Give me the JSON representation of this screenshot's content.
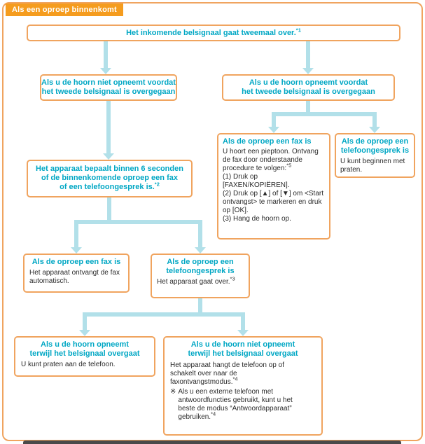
{
  "page": {
    "badge": "Als een oproep binnenkomt"
  },
  "colors": {
    "box_border_orange": "#f0a45f",
    "badge_orange": "#f59c1e",
    "heading_cyan": "#00a7c4",
    "arrow_cyan": "#b2e0e9",
    "body_text": "#2b2b2b"
  },
  "boxes": {
    "ring": {
      "title": "Het inkomende belsignaal gaat tweemaal over.",
      "sup": "*1"
    },
    "no_pickup": {
      "line1": "Als u de hoorn niet opneemt voordat",
      "line2": "het tweede belsignaal is overgegaan"
    },
    "pickup": {
      "line1": "Als u de hoorn opneemt voordat",
      "line2": "het tweede belsignaal is overgegaan"
    },
    "detect": {
      "line1": "Het apparaat bepaalt binnen 6 seconden",
      "line2": "of de binnenkomende oproep een fax",
      "line3": "of een telefoongesprek is.",
      "sup": "*2"
    },
    "fax_manual": {
      "title": "Als de oproep een fax is",
      "intro": "U hoort een pieptoon. Ontvang de fax door onderstaande procedure te volgen:",
      "intro_sup": "*5",
      "steps": [
        "(1) Druk op [FAXEN/KOPIËREN].",
        "(2) Druk op [▲] of [▼] om <Start ontvangst> te markeren en druk op [OK].",
        "(3) Hang de hoorn op."
      ]
    },
    "call_manual": {
      "title_line1": "Als de oproep een",
      "title_line2": "telefoongesprek is",
      "body": "U kunt beginnen met praten."
    },
    "fax_auto": {
      "title": "Als de oproep een fax is",
      "body": "Het apparaat ontvangt de fax automatisch."
    },
    "call_auto": {
      "title_line1": "Als de oproep een",
      "title_line2": "telefoongesprek is",
      "body": "Het apparaat gaat over.",
      "sup": "*3"
    },
    "pickup_during": {
      "title_line1": "Als u de hoorn opneemt",
      "title_line2": "terwijl het belsignaal overgaat",
      "body": "U kunt praten aan de telefoon."
    },
    "no_pickup_during": {
      "title_line1": "Als u de hoorn niet opneemt",
      "title_line2": "terwijl het belsignaal overgaat",
      "body": "Het apparaat hangt de telefoon op of schakelt over naar de faxontvangstmodus.",
      "body_sup": "*4",
      "note_marker": "※",
      "note": "Als u een externe telefoon met antwoordfuncties gebruikt, kunt u het beste de modus “Antwoordapparaat” gebruiken.",
      "note_sup": "*4"
    }
  }
}
